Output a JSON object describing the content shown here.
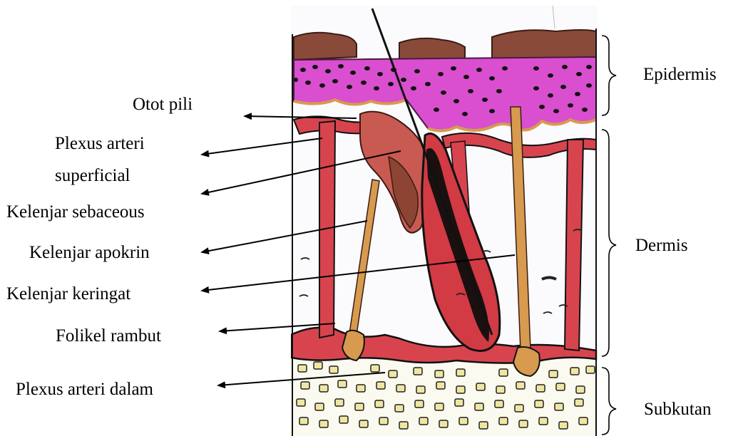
{
  "left_labels": {
    "otot_pili": "Otot pili",
    "plexus_superficial_1": "Plexus arteri",
    "plexus_superficial_2": "superficial",
    "kelenjar_sebaceous": "Kelenjar sebaceous",
    "kelenjar_apokrin": "Kelenjar apokrin",
    "kelenjar_keringat": "Kelenjar keringat",
    "folikel_rambut": "Folikel rambut",
    "plexus_dalam": "Plexus arteri dalam"
  },
  "layer_labels": {
    "epidermis": "Epidermis",
    "dermis": "Dermis",
    "subkutan": "Subkutan"
  },
  "colors": {
    "epidermis_magenta": "#d94fd0",
    "corneum_brown": "#8a4a3a",
    "vessel_red": "#d8444e",
    "follicle_red": "#d23a44",
    "gland_brown": "#8c4532",
    "tan_duct": "#d79a4e",
    "fat_yellow": "#efe6a4",
    "dermis_bg": "#fbfafc"
  }
}
